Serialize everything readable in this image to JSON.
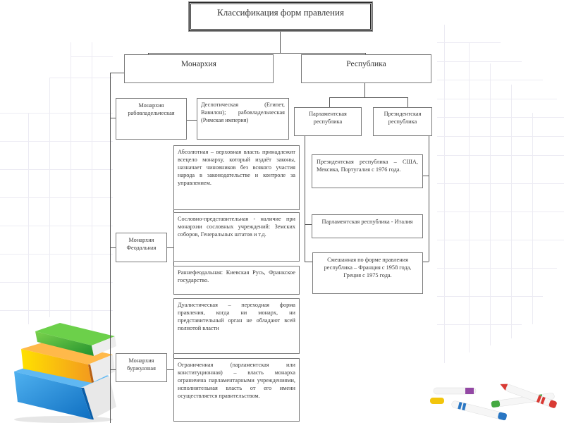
{
  "diagram": {
    "title": "Классификация форм правления",
    "monarchy": {
      "label": "Монархия",
      "slaveholding": {
        "label": "Монархия рабовладельческая",
        "detail": "Деспотическая (Египет, Вавилон); рабовладельческая (Римская империя)"
      },
      "feudal": {
        "label": "Монархия Феодальная",
        "types": [
          "Абсолютная – верховная власть принадлежит всецело монарху, который издаёт законы, назначает чиновников без всякого участия народа в законодательстве и контроле за управлением.",
          "Сословно-представительная - наличие при монархии сословных учреждений: Земских соборов, Генеральных штатов и т.д.",
          "Раннефеодальная: Киевская Русь, Франкское государство."
        ]
      },
      "bourgeois": {
        "label": "Монархия буржуазная",
        "types": [
          "Дуалистическая – переходная форма правления, когда ни монарх, ни представительный орган не обладают всей полнотой власти",
          "Ограниченная (парламентская или конституционная) – власть монарха ограничена парламентарными учреждениями, исполнительная власть от его имени осуществляется правительством."
        ]
      }
    },
    "republic": {
      "label": "Республика",
      "parliamentary": {
        "label": "Парламентская республика"
      },
      "presidential": {
        "label": "Президентская республика"
      },
      "examples": [
        "Президентская республика – США, Мексика, Португалия с 1976 года.",
        "Парламентская республика - Италия",
        "Смешанная по форме правления республика – Франция с 1958 года, Греция с 1975 года."
      ]
    }
  },
  "decorations": {
    "books_icon": "stack-of-books",
    "markers_icon": "felt-tip-markers",
    "book_colors": [
      "#3aa537",
      "#f5a623",
      "#1e88d6"
    ],
    "marker_colors": [
      "#8e3fa0",
      "#1e6fc0",
      "#3aa537",
      "#d8302a",
      "#f2c200"
    ]
  }
}
